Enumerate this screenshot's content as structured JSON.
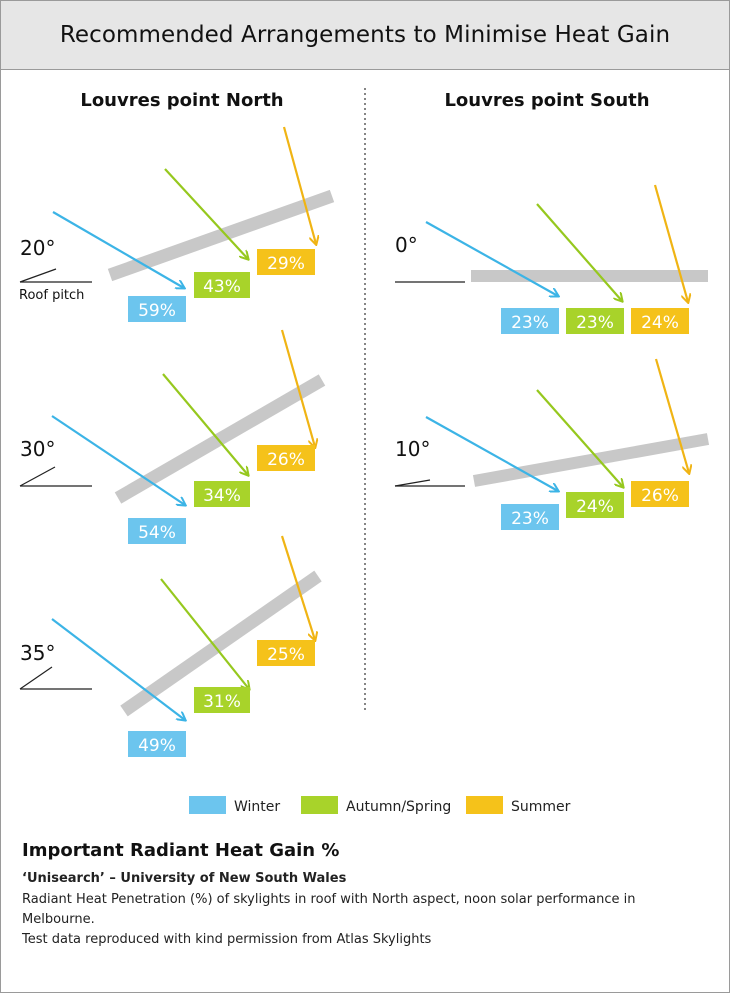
{
  "title": "Recommended Arrangements to Minimise Heat Gain",
  "columns": {
    "north": "Louvres point North",
    "south": "Louvres point South"
  },
  "roof_pitch_label": "Roof pitch",
  "colors": {
    "winter": "#3cb4e6",
    "winter_box": "#6cc5ee",
    "autumn_spring": "#96c81e",
    "autumn_box": "#a8d32a",
    "summer": "#f0b414",
    "summer_box": "#f5c21a",
    "louvre": "#c8c8c8"
  },
  "panels": [
    {
      "angle": "20°",
      "winter": "59%",
      "autumn_spring": "43%",
      "summer": "29%"
    },
    {
      "angle": "30°",
      "winter": "54%",
      "autumn_spring": "34%",
      "summer": "26%"
    },
    {
      "angle": "35°",
      "winter": "49%",
      "autumn_spring": "31%",
      "summer": "25%"
    },
    {
      "angle": "0°",
      "winter": "23%",
      "autumn_spring": "23%",
      "summer": "24%"
    },
    {
      "angle": "10°",
      "winter": "23%",
      "autumn_spring": "24%",
      "summer": "26%"
    }
  ],
  "legend": {
    "winter": "Winter",
    "autumn_spring": "Autumn/Spring",
    "summer": "Summer"
  },
  "notes": {
    "heading": "Important Radiant Heat Gain %",
    "source": "‘Unisearch’ – University of New South Wales",
    "line1": "Radiant Heat Penetration (%) of skylights in roof with North aspect, noon solar performance in Melbourne.",
    "line2": "Test data reproduced with kind permission from Atlas Skylights"
  }
}
